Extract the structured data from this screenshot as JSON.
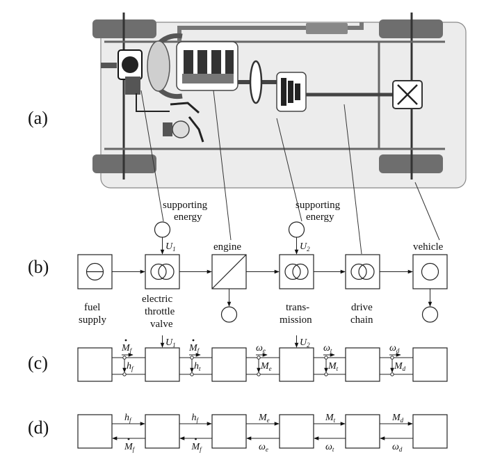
{
  "panels": {
    "a": "(a)",
    "b": "(b)",
    "c": "(c)",
    "d": "(d)"
  },
  "schematic": {
    "energy_left": [
      "supporting",
      "energy"
    ],
    "energy_right": [
      "supporting",
      "energy"
    ]
  },
  "flow": {
    "fuel_supply": [
      "fuel",
      "supply"
    ],
    "throttle": [
      "electric",
      "throttle",
      "valve"
    ],
    "engine": "engine",
    "transmission": [
      "trans-",
      "mission"
    ],
    "drive_chain": [
      "drive",
      "chain"
    ],
    "vehicle": "vehicle",
    "u1": {
      "base": "U",
      "sub": "1"
    },
    "u2": {
      "base": "U",
      "sub": "2"
    }
  },
  "signals_c": {
    "u1": {
      "base": "U",
      "sub": "1"
    },
    "u2": {
      "base": "U",
      "sub": "2"
    },
    "links": [
      {
        "top": "M",
        "top_sub": "f",
        "bottom": "h",
        "bottom_sub": "f"
      },
      {
        "top": "M",
        "top_sub": "f",
        "bottom": "h",
        "bottom_sub": "t"
      },
      {
        "top": "ω",
        "top_sub": "e",
        "bottom": "M",
        "bottom_sub": "e"
      },
      {
        "top": "ω",
        "top_sub": "t",
        "bottom": "M",
        "bottom_sub": "t"
      },
      {
        "top": "ω",
        "top_sub": "d",
        "bottom": "M",
        "bottom_sub": "d"
      }
    ]
  },
  "signals_d": {
    "links": [
      {
        "top": "h",
        "top_sub": "f",
        "bottom": "M",
        "bottom_sub": "f"
      },
      {
        "top": "h",
        "top_sub": "f",
        "bottom": "M",
        "bottom_sub": "f"
      },
      {
        "top": "M",
        "top_sub": "e",
        "bottom": "ω",
        "bottom_sub": "e"
      },
      {
        "top": "M",
        "top_sub": "t",
        "bottom": "ω",
        "bottom_sub": "t"
      },
      {
        "top": "M",
        "top_sub": "d",
        "bottom": "ω",
        "bottom_sub": "d"
      }
    ]
  }
}
